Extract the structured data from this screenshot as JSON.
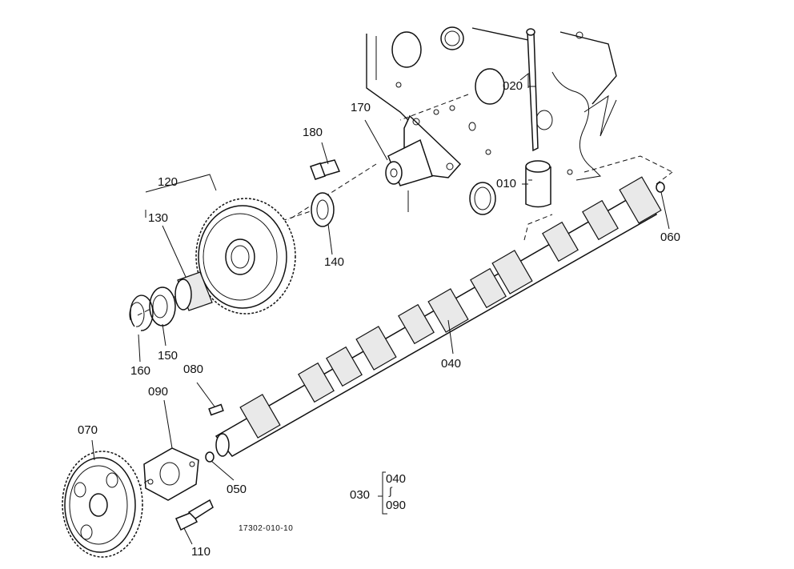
{
  "labels": {
    "p010": "010",
    "p020": "020",
    "p030": "030",
    "p040": "040",
    "p050": "050",
    "p060": "060",
    "p070": "070",
    "p080": "080",
    "p090": "090",
    "p110": "110",
    "p120": "120",
    "p130": "130",
    "p140": "140",
    "p150": "150",
    "p160": "160",
    "p170": "170",
    "p180": "180",
    "assy_top": "040",
    "assy_sep": "∫",
    "assy_bottom": "090"
  },
  "drawing_code": "17302-010-10"
}
